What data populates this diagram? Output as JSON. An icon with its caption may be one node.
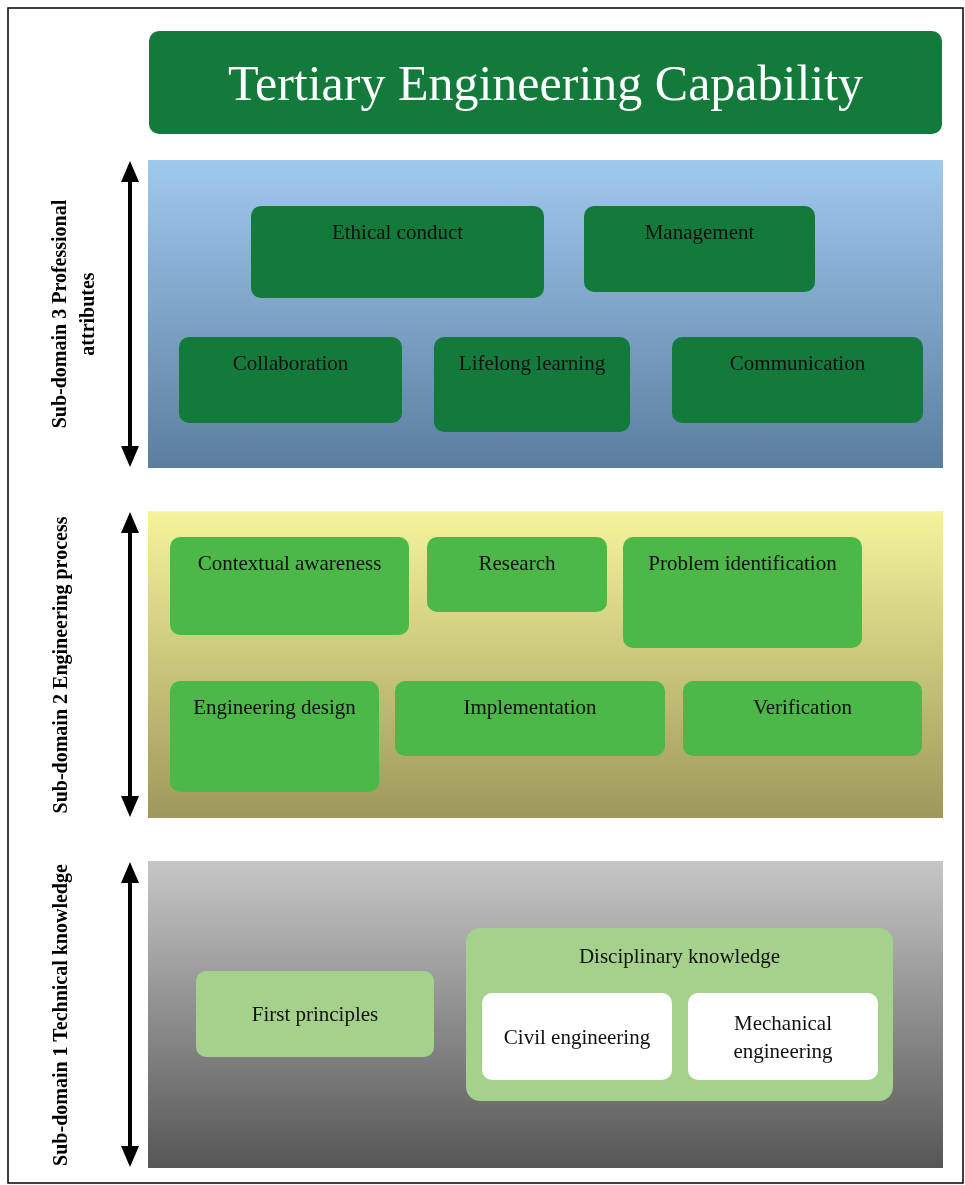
{
  "diagram": {
    "title": "Tertiary Engineering Capability",
    "nodes": [
      {
        "text": [
          "Sub-domain 3 Professional attributes"
        ]
      },
      {
        "text": [
          "Ethical conduct"
        ],
        "in": 0
      },
      {
        "text": [
          "Management"
        ],
        "in": 0
      },
      {
        "text": [
          "Collaboration"
        ],
        "in": 0
      },
      {
        "text": [
          "Lifelong learning"
        ],
        "in": 0
      },
      {
        "text": [
          "Communication"
        ],
        "in": 0
      },
      {
        "text": [
          "Sub-domain 2 Engineering process"
        ]
      },
      {
        "text": [
          "Contextual awareness"
        ],
        "in": 6
      },
      {
        "text": [
          "Research"
        ],
        "in": 6
      },
      {
        "text": [
          "Problem identification"
        ],
        "in": 6
      },
      {
        "text": [
          "Engineering design"
        ],
        "in": 6
      },
      {
        "text": [
          "Implementation"
        ],
        "in": 6
      },
      {
        "text": [
          "Verification"
        ],
        "in": 6
      },
      {
        "text": [
          "Sub-domain 1 Technical knowledge"
        ]
      },
      {
        "text": [
          "First principles"
        ],
        "in": 13
      },
      {
        "text": [
          "Disciplinary knowledge"
        ],
        "in": 13
      },
      {
        "text": [
          "Civil engineering"
        ],
        "in": 15
      },
      {
        "text": [
          "Mechanical engineering"
        ],
        "in": 15
      }
    ],
    "edges": []
  }
}
